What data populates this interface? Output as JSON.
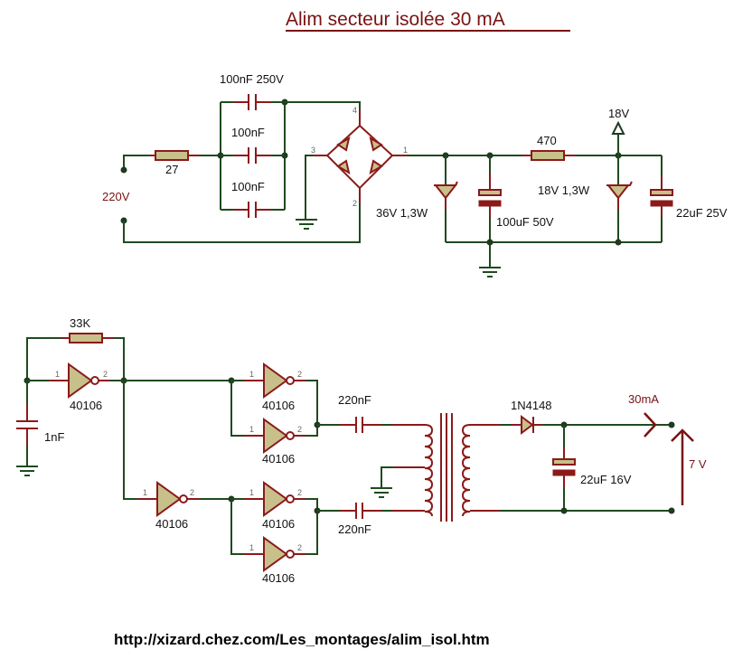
{
  "title": "Alim secteur isolée   30 mA",
  "footer_url": "http://xizard.chez.com/Les_montages/alim_isol.htm",
  "colors": {
    "wire": "#1f4a1f",
    "component_lead": "#8b1a1a",
    "component_body": "#c8c08a",
    "label_red": "#7a1212",
    "label": "#111111"
  },
  "power_section": {
    "mains_label": "220V",
    "series_resistor": "27",
    "cap_top": "100nF 250V",
    "cap_mid": "100nF",
    "cap_bottom": "100nF",
    "bridge_pins": [
      "1",
      "2",
      "3",
      "4"
    ],
    "zener1": "36V 1,3W",
    "cap_filter1": "100uF 50V",
    "resistor_470": "470",
    "rail_label": "18V",
    "zener2": "18V 1,3W",
    "cap_filter2": "22uF 25V"
  },
  "oscillator_section": {
    "feedback_resistor": "33K",
    "timing_cap": "1nF",
    "gate_label": "40106",
    "pin_in": "1",
    "pin_out": "2",
    "coupling_cap_top": "220nF",
    "coupling_cap_bottom": "220nF",
    "rectifier_diode": "1N4148",
    "output_cap": "22uF 16V",
    "output_current": "30mA",
    "output_voltage": "7 V"
  }
}
